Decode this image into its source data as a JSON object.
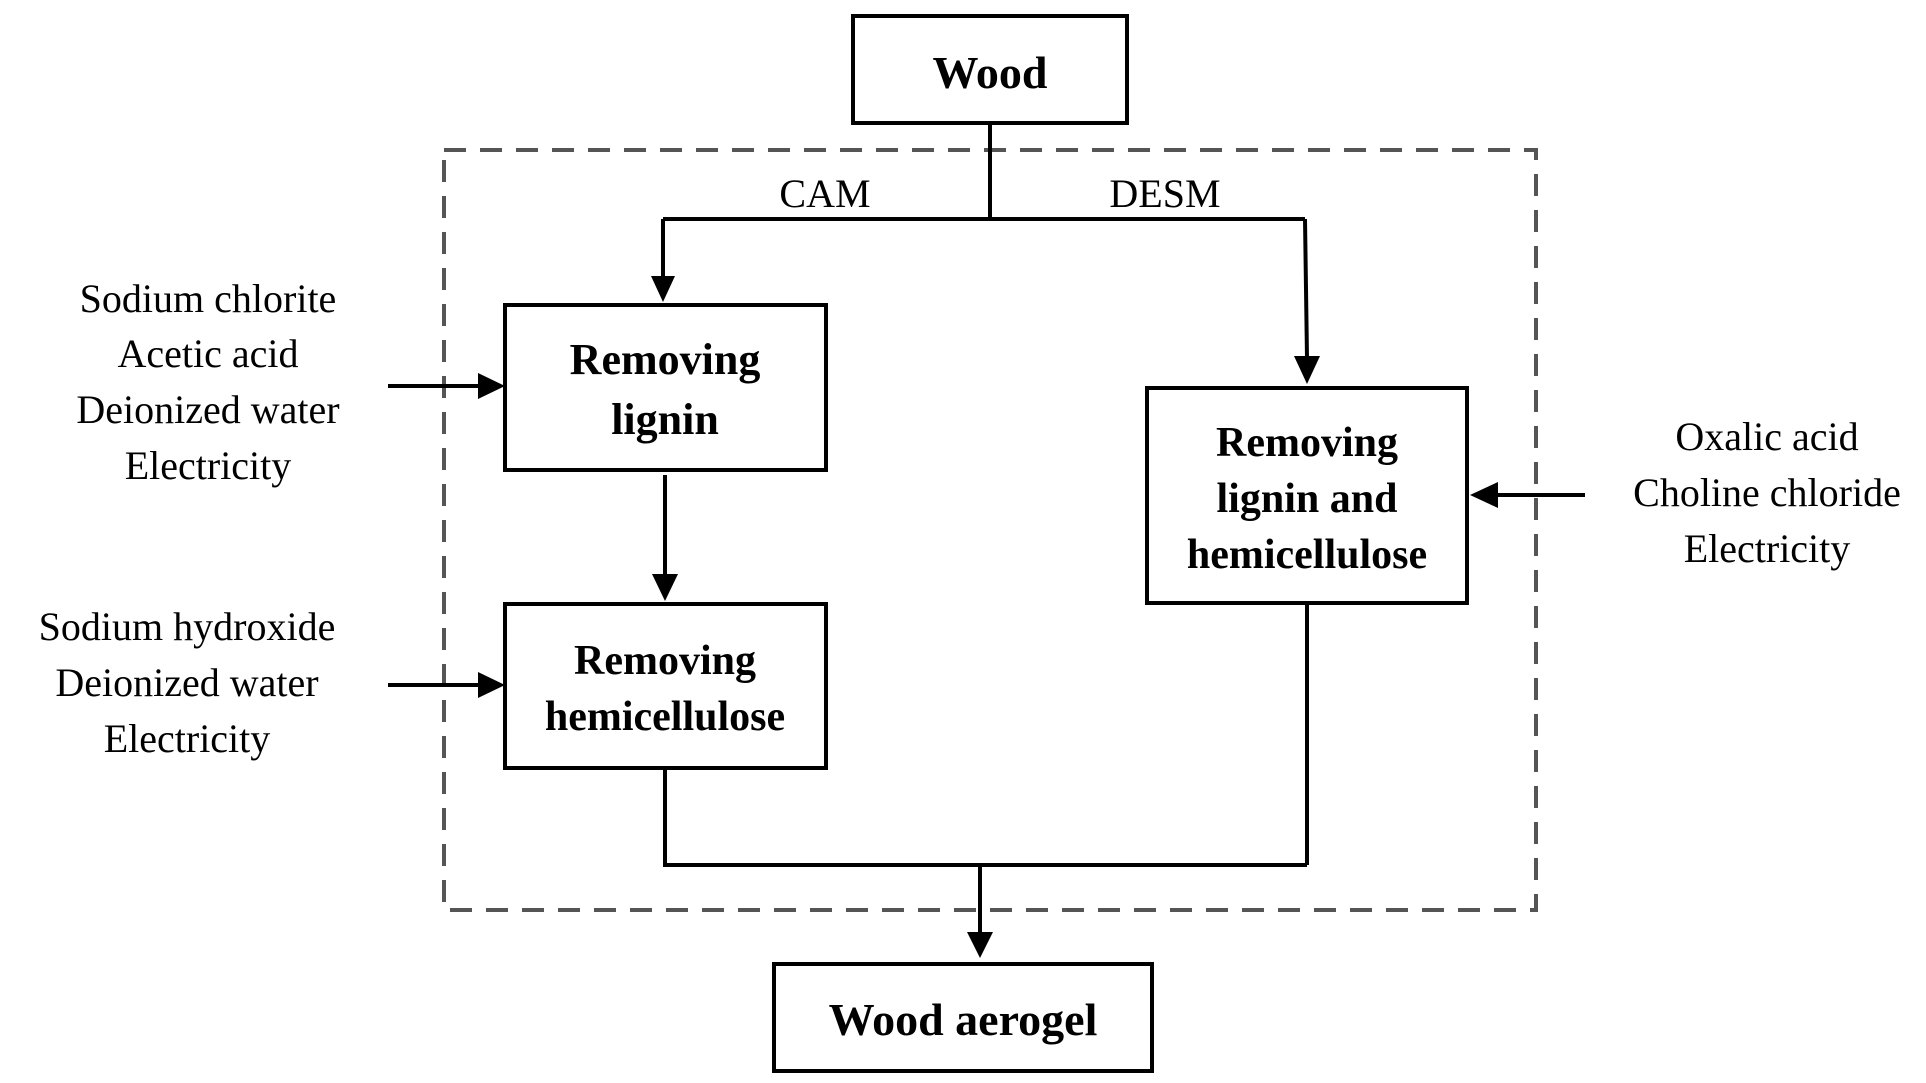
{
  "nodes": {
    "wood": "Wood",
    "removing_lignin": [
      "Removing",
      "lignin"
    ],
    "removing_hemicellulose": [
      "Removing",
      "hemicellulose"
    ],
    "removing_lignin_and_hemicellulose": [
      "Removing",
      "lignin and",
      "hemicellulose"
    ],
    "wood_aerogel": "Wood aerogel"
  },
  "branches": {
    "cam": "CAM",
    "desm": "DESM"
  },
  "inputs": {
    "lignin_step": [
      "Sodium chlorite",
      "Acetic acid",
      "Deionized water",
      "Electricity"
    ],
    "hemicellulose_step": [
      "Sodium hydroxide",
      "Deionized water",
      "Electricity"
    ],
    "desm_step": [
      "Oxalic acid",
      "Choline chloride",
      "Electricity"
    ]
  }
}
